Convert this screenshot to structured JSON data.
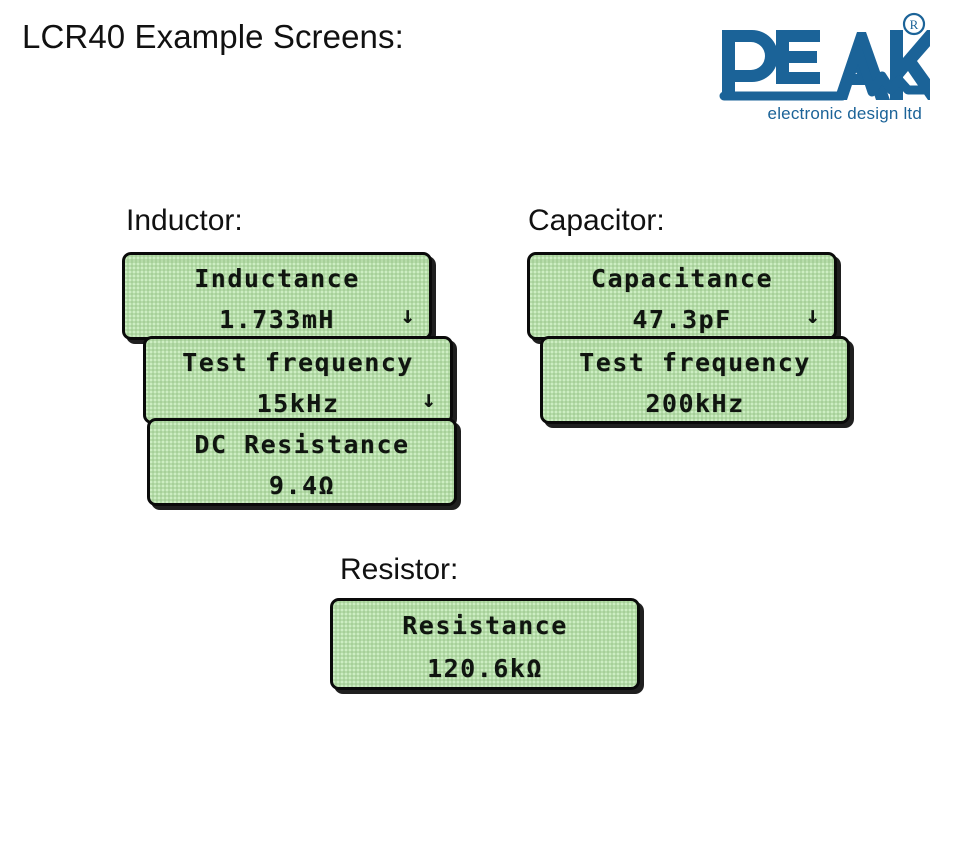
{
  "page": {
    "title": "LCR40 Example Screens:"
  },
  "brand": {
    "name": "PEAK",
    "tagline": "electronic design ltd",
    "trademark_symbol": "®",
    "color": "#1B6398"
  },
  "sections": [
    {
      "id": "inductor",
      "heading": "Inductor:",
      "screens": [
        {
          "id": "inductance",
          "line1": "Inductance",
          "line2": "1.733mH",
          "arrow": "↓",
          "has_arrow": true
        },
        {
          "id": "ind-frequency",
          "line1": "Test frequency",
          "line2": "15kHz",
          "arrow": "↓",
          "has_arrow": true
        },
        {
          "id": "ind-dcr",
          "line1": "DC Resistance",
          "line2": "9.4Ω",
          "arrow": "",
          "has_arrow": false
        }
      ]
    },
    {
      "id": "capacitor",
      "heading": "Capacitor:",
      "screens": [
        {
          "id": "capacitance",
          "line1": "Capacitance",
          "line2": "47.3pF",
          "arrow": "↓",
          "has_arrow": true
        },
        {
          "id": "cap-frequency",
          "line1": "Test frequency",
          "line2": "200kHz",
          "arrow": "",
          "has_arrow": false
        }
      ]
    },
    {
      "id": "resistor",
      "heading": "Resistor:",
      "screens": [
        {
          "id": "resistance",
          "line1": "Resistance",
          "line2": "120.6kΩ",
          "arrow": "",
          "has_arrow": false
        }
      ]
    }
  ],
  "colors": {
    "lcd_background": "#cdeec3",
    "lcd_text": "#101510",
    "lcd_border": "#0a0a0a",
    "page_background": "#ffffff",
    "heading_text": "#111111"
  }
}
